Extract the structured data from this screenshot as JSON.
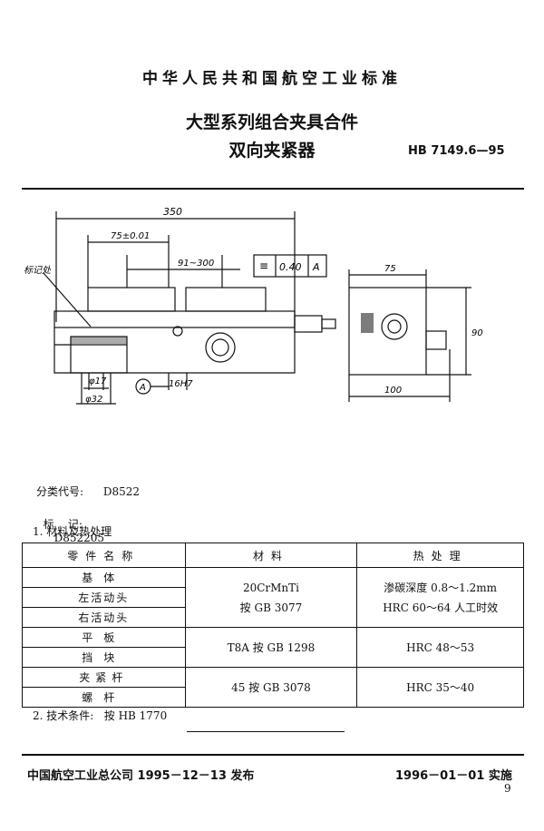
{
  "header": {
    "organization": "中华人民共和国航空工业标准",
    "title_line1": "大型系列组合夹具合件",
    "title_line2": "双向夹紧器",
    "standard_number": "HB 7149.6—95"
  },
  "drawing": {
    "dim_total_length": "350",
    "dim_75_tol": "75±0.01",
    "dim_range": "91~300",
    "tolerance_value": "0.40",
    "tolerance_datum": "A",
    "marking_label": "标记处",
    "dim_17": "φ17",
    "dim_32": "φ32",
    "datum_label": "A",
    "dim_slot": "16H7",
    "side_dim_75": "75",
    "side_dim_90": "90",
    "side_dim_100": "100"
  },
  "meta": {
    "class_code_label": "分类代号:",
    "class_code_value": "D8522",
    "mark_label": "标    记:",
    "mark_value": "D852205",
    "section1": "1. 材料及热处理",
    "section2": "2. 技术条件:   按 HB 1770"
  },
  "table": {
    "headers": [
      "零件名称",
      "材料",
      "热处理"
    ],
    "groups": [
      {
        "parts": [
          "基体",
          "左活动头",
          "右活动头"
        ],
        "material": [
          "20CrMnTi",
          "按 GB 3077"
        ],
        "heat": [
          "渗碳深度 0.8～1.2mm",
          "HRC 60～64 人工时效"
        ]
      },
      {
        "parts": [
          "平板",
          "挡块"
        ],
        "material": [
          "T8A 按 GB 1298"
        ],
        "heat": [
          "HRC 48～53"
        ]
      },
      {
        "parts": [
          "夹紧杆",
          "螺杆"
        ],
        "material": [
          "45 按 GB 3078"
        ],
        "heat": [
          "HRC 35～40"
        ]
      }
    ]
  },
  "footer": {
    "issuer": "中国航空工业总公司 1995－12－13 发布",
    "effective": "1996－01－01 实施",
    "page_number": "9"
  }
}
